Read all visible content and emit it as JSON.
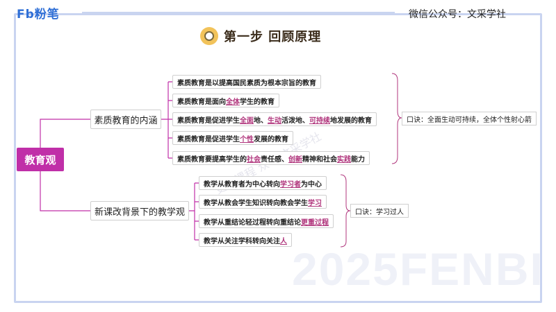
{
  "header": {
    "logo_text": "Fb粉笔",
    "wechat": "微信公众号：文采学社"
  },
  "title": "第一步  回顾原理",
  "watermark": "2025FENBI",
  "diag_watermark": "更多课程  众号  文采学社",
  "root": "教育观",
  "branches": [
    {
      "label": "素质教育的内涵",
      "note": "口诀：全面生动可持续，全体个性射心箭",
      "leaves": [
        [
          {
            "t": "素质教育是以提高国民素质为根本宗旨的教育",
            "h": false
          }
        ],
        [
          {
            "t": "素质教育是面向",
            "h": false
          },
          {
            "t": "全体",
            "h": true
          },
          {
            "t": "学生的教育",
            "h": false
          }
        ],
        [
          {
            "t": "素质教育是促进学生",
            "h": false
          },
          {
            "t": "全面",
            "h": true
          },
          {
            "t": "地、",
            "h": false
          },
          {
            "t": "生动",
            "h": true
          },
          {
            "t": "活泼地、",
            "h": false
          },
          {
            "t": "可持续",
            "h": true
          },
          {
            "t": "地发展的教育",
            "h": false
          }
        ],
        [
          {
            "t": "素质教育是促进学生",
            "h": false
          },
          {
            "t": "个性",
            "h": true
          },
          {
            "t": "发展的教育",
            "h": false
          }
        ],
        [
          {
            "t": "素质教育要提高学生的",
            "h": false
          },
          {
            "t": "社会",
            "h": true
          },
          {
            "t": "责任感、",
            "h": false
          },
          {
            "t": "创新",
            "h": true
          },
          {
            "t": "精神和社会",
            "h": false
          },
          {
            "t": "实践",
            "h": true
          },
          {
            "t": "能力",
            "h": false
          }
        ]
      ]
    },
    {
      "label": "新课改背景下的教学观",
      "note": "口诀：学习过人",
      "leaves": [
        [
          {
            "t": "教学从教育者为中心转向",
            "h": false
          },
          {
            "t": "学习者",
            "h": true
          },
          {
            "t": "为中心",
            "h": false
          }
        ],
        [
          {
            "t": "教学从教会学生知识转向教会学生",
            "h": false
          },
          {
            "t": "学习",
            "h": true
          }
        ],
        [
          {
            "t": "教学从重结论轻过程转向重结论",
            "h": false
          },
          {
            "t": "更重过程",
            "h": true
          }
        ],
        [
          {
            "t": "教学从关注学科转向关注",
            "h": false
          },
          {
            "t": "人",
            "h": true
          }
        ]
      ]
    }
  ],
  "colors": {
    "accent": "#c02fa8",
    "highlight": "#b0357c",
    "frame": "#c9d4f0"
  }
}
